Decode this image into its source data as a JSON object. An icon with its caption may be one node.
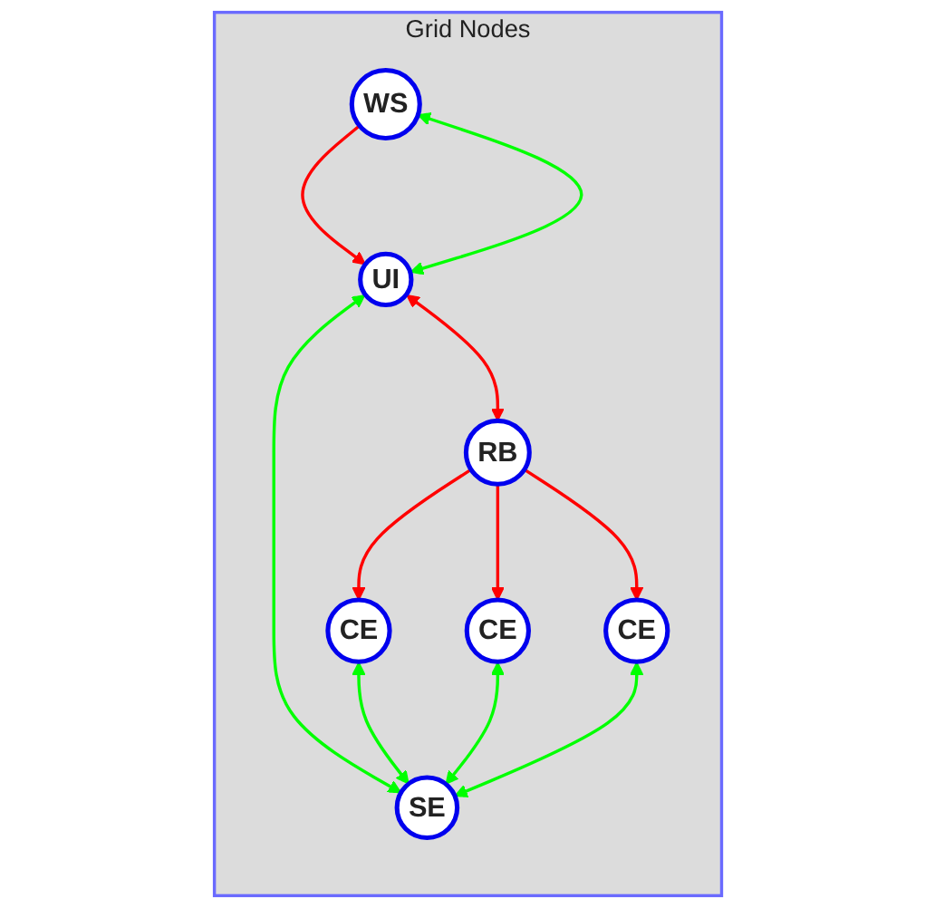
{
  "diagram": {
    "nodes": [
      {
        "text": [
          "Grid Nodes"
        ]
      },
      {
        "text": [
          "WS"
        ],
        "in": 0
      },
      {
        "text": [
          "RB"
        ],
        "in": 0
      },
      {
        "text": [
          "UI"
        ],
        "in": 0
      },
      {
        "text": [
          "CE"
        ],
        "in": 0
      },
      {
        "text": [
          "CE"
        ],
        "in": 0
      },
      {
        "text": [
          "CE"
        ],
        "in": 0
      },
      {
        "text": [
          "SE"
        ],
        "in": 0
      }
    ],
    "edges": [
      {
        "from": 1,
        "to": 3,
        "arrow": "to",
        "color": "#ff0000"
      },
      {
        "from": 3,
        "to": 1,
        "arrow": "both",
        "color": "#00ff00"
      },
      {
        "from": 3,
        "to": 2,
        "arrow": "both",
        "color": "#ff0000"
      },
      {
        "from": 2,
        "to": 4,
        "arrow": "to",
        "color": "#ff0000"
      },
      {
        "from": 2,
        "to": 5,
        "arrow": "to",
        "color": "#ff0000"
      },
      {
        "from": 2,
        "to": 6,
        "arrow": "to",
        "color": "#ff0000"
      },
      {
        "from": 3,
        "to": 7,
        "arrow": "both",
        "color": "#00ff00"
      },
      {
        "from": 4,
        "to": 7,
        "arrow": "both",
        "color": "#00ff00"
      },
      {
        "from": 5,
        "to": 7,
        "arrow": "both",
        "color": "#00ff00"
      },
      {
        "from": 6,
        "to": 7,
        "arrow": "both",
        "color": "#00ff00"
      }
    ]
  }
}
